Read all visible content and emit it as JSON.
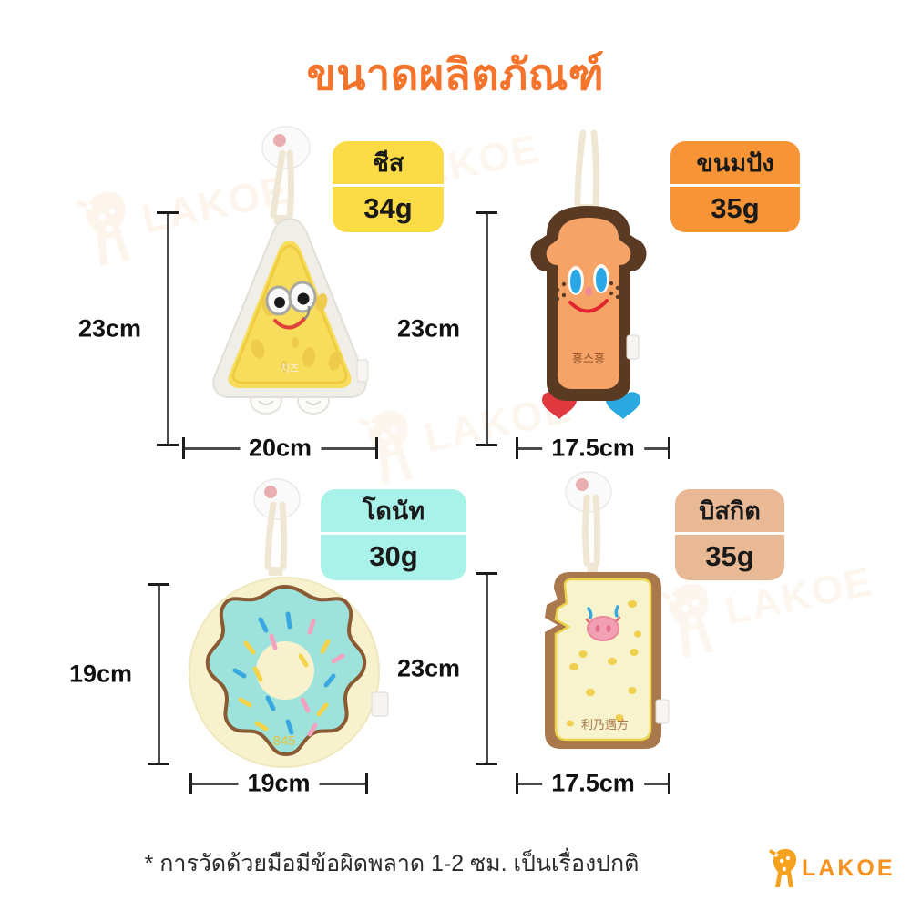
{
  "header": {
    "title": "ขนาดผลิตภัณฑ์",
    "title_color": "#f4742b"
  },
  "products": [
    {
      "id": "cheese",
      "badge_name": "ชีส",
      "badge_weight": "34g",
      "badge_color": "#fbdc46",
      "height_label": "23cm",
      "width_label": "20cm",
      "height_cm": 23,
      "width_cm": 20,
      "weight_g": 34,
      "body_color": "#f8dd5c",
      "border_color": "#e8e6de",
      "shape": "triangle"
    },
    {
      "id": "bread",
      "badge_name": "ขนมปัง",
      "badge_weight": "35g",
      "badge_color": "#f69436",
      "height_label": "23cm",
      "width_label": "17.5cm",
      "height_cm": 23,
      "width_cm": 17.5,
      "weight_g": 35,
      "body_color": "#f6a368",
      "border_color": "#5c3a24",
      "shape": "toast"
    },
    {
      "id": "donut",
      "badge_name": "โดนัท",
      "badge_weight": "30g",
      "badge_color": "#a9f2ea",
      "height_label": "19cm",
      "width_label": "19cm",
      "height_cm": 19,
      "width_cm": 19,
      "weight_g": 30,
      "body_color": "#f7f2cd",
      "icing_color": "#9de3dc",
      "border_color": "#8a5a32",
      "shape": "donut"
    },
    {
      "id": "biscuit",
      "badge_name": "บิสกิต",
      "badge_weight": "35g",
      "badge_color": "#e9b995",
      "height_label": "23cm",
      "width_label": "17.5cm",
      "height_cm": 23,
      "width_cm": 17.5,
      "weight_g": 35,
      "body_color": "#f7f3cd",
      "border_color": "#a9784c",
      "shape": "cracker"
    }
  ],
  "footer": {
    "note": "* การวัดด้วยมือมีข้อผิดพลาด 1-2 ซม. เป็นเรื่องปกติ",
    "logo_text": "LAKOE",
    "logo_color": "#f6921e"
  },
  "watermark": {
    "text": "LAKOE"
  }
}
